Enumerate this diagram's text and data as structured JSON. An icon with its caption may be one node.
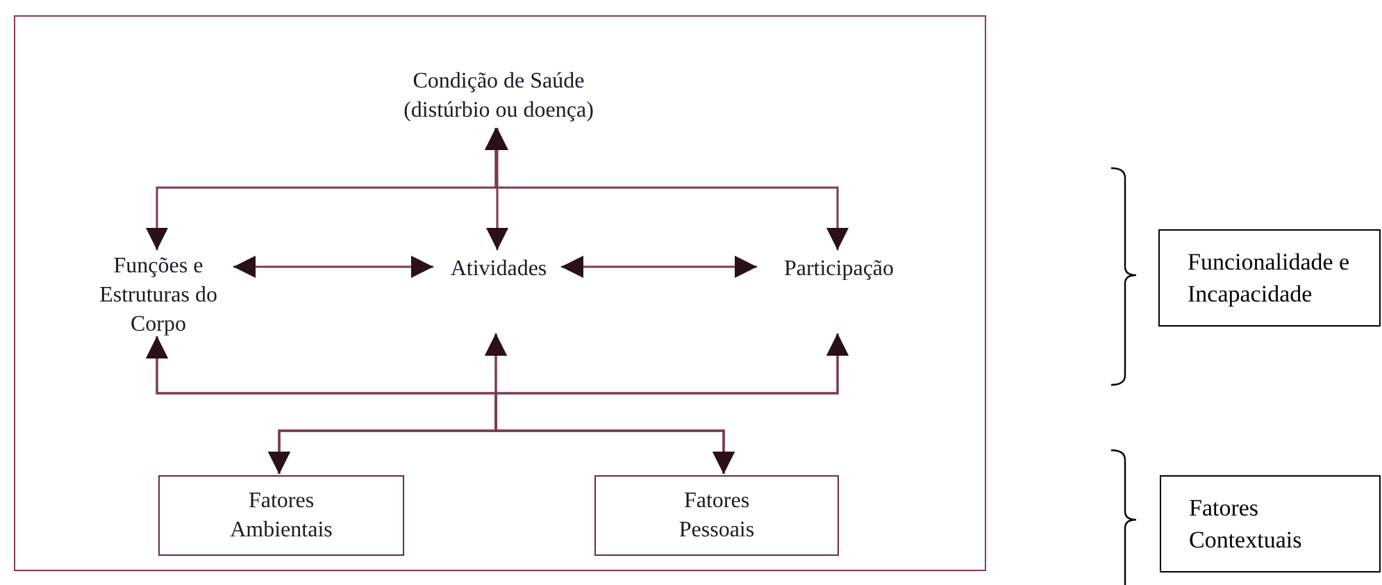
{
  "diagram": {
    "nodes": [
      {
        "text": [],
        "shape": "box"
      },
      {
        "text": [
          "Condição de Saúde (distúrbio ou doença)"
        ],
        "in": 0
      },
      {
        "text": [
          "Funções e Estruturas do Corpo"
        ],
        "in": 0
      },
      {
        "text": [
          "Atividades"
        ],
        "in": 0
      },
      {
        "text": [
          "Participação"
        ],
        "in": 0
      },
      {
        "text": [
          "Fatores Ambientais"
        ],
        "in": 0
      },
      {
        "text": [
          "Fatores Pessoais"
        ],
        "in": 0
      },
      {
        "text": [
          "Funcionalidade e Incapacidade"
        ]
      },
      {
        "text": [
          "Fatores Contextuais"
        ]
      }
    ],
    "edges": [
      {
        "from": 1,
        "to": 2,
        "arrow": "both"
      },
      {
        "from": 1,
        "to": 3,
        "arrow": "both"
      },
      {
        "from": 1,
        "to": 4,
        "arrow": "both"
      },
      {
        "from": 2,
        "to": 3,
        "arrow": "both"
      },
      {
        "from": 3,
        "to": 4,
        "arrow": "both"
      },
      {
        "from": 5,
        "to": 2,
        "arrow": "both"
      },
      {
        "from": 5,
        "to": 3,
        "arrow": "both"
      },
      {
        "from": 5,
        "to": 4,
        "arrow": "both"
      },
      {
        "from": 6,
        "to": 2,
        "arrow": "both"
      },
      {
        "from": 6,
        "to": 3,
        "arrow": "both"
      },
      {
        "from": 6,
        "to": 4,
        "arrow": "both"
      }
    ]
  }
}
